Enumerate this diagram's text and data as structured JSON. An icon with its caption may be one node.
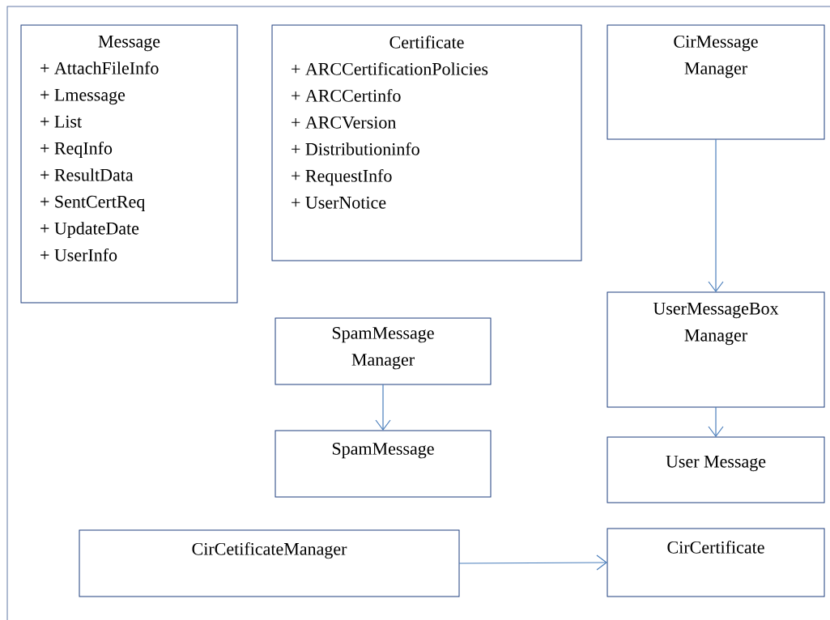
{
  "diagram": {
    "nodes": [
      {
        "text": [
          "Message",
          "+ AttachFileInfo",
          "+ Lmessage",
          "+ List",
          "+ ReqInfo",
          "+ ResultData",
          "+ SentCertReq",
          "+ UpdateDate",
          "+ UserInfo"
        ]
      },
      {
        "text": [
          "Certificate",
          "+ ARCCertificationPolicies",
          "+ ARCCertinfo",
          "+ ARCVersion",
          "+ Distributioninfo",
          "+ RequestInfo",
          "+ UserNotice"
        ]
      },
      {
        "text": [
          "CirMessage Manager"
        ]
      },
      {
        "text": [
          "UserMessageBox Manager"
        ]
      },
      {
        "text": [
          "SpamMessage Manager"
        ]
      },
      {
        "text": [
          "SpamMessage"
        ]
      },
      {
        "text": [
          "User Message"
        ]
      },
      {
        "text": [
          "CirCetificateManager"
        ]
      },
      {
        "text": [
          "CirCertificate"
        ]
      }
    ],
    "edges": [
      {
        "from": 2,
        "to": 3,
        "arrow": "to"
      },
      {
        "from": 4,
        "to": 5,
        "arrow": "to"
      },
      {
        "from": 3,
        "to": 6,
        "arrow": "to"
      },
      {
        "from": 7,
        "to": 8,
        "arrow": "to"
      }
    ]
  }
}
